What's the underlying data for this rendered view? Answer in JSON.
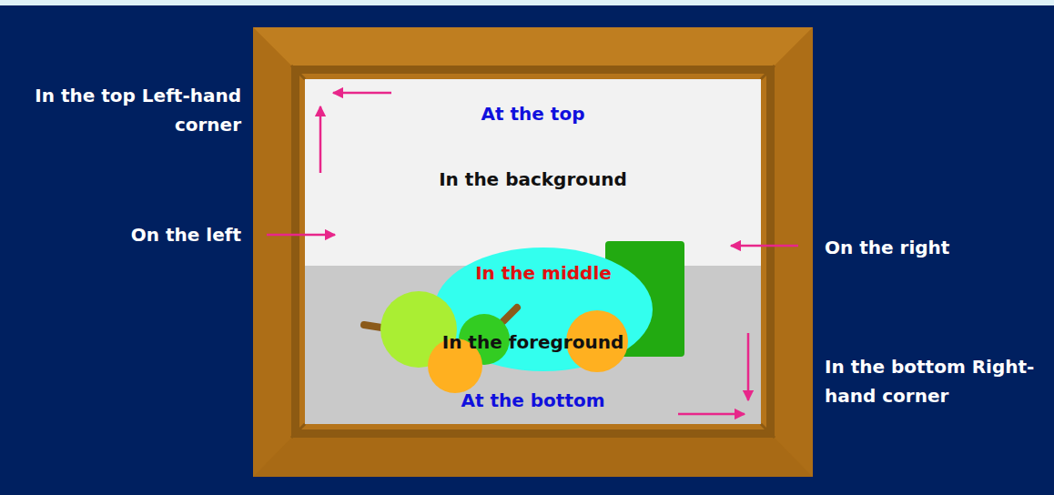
{
  "diagram": {
    "nodes": [
      {
        "text": [
          "At the top",
          "In the background",
          "In the foreground",
          "At the bottom"
        ]
      },
      {
        "text": [
          "In the middle"
        ],
        "in": 0
      }
    ],
    "labels": [
      "In the top Left-hand corner",
      "On the left",
      "On the right",
      "In the bottom Right-hand corner"
    ]
  }
}
